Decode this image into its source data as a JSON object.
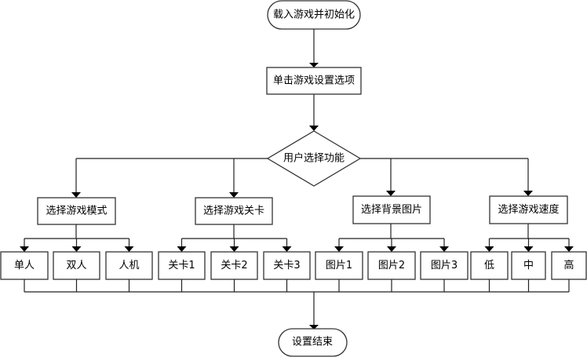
{
  "flowchart": {
    "start": "载入游戏并初始化",
    "step1": "单击游戏设置选项",
    "decision": "用户选择功能",
    "branches": [
      {
        "label": "选择游戏模式",
        "options": [
          "单人",
          "双人",
          "人机"
        ]
      },
      {
        "label": "选择游戏关卡",
        "options": [
          "关卡1",
          "关卡2",
          "关卡3"
        ]
      },
      {
        "label": "选择背景图片",
        "options": [
          "图片1",
          "图片2",
          "图片3"
        ]
      },
      {
        "label": "选择游戏速度",
        "options": [
          "低",
          "中",
          "高"
        ]
      }
    ],
    "end": "设置结束"
  }
}
